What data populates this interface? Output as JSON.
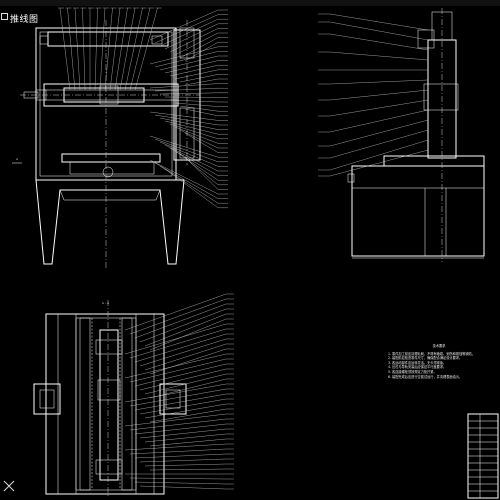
{
  "window": {
    "title_bar_text": "",
    "tab_label": "推线图"
  },
  "technical_notes": {
    "title": "技术要求",
    "items": [
      "1. 零件加工前应清理毛刺，不得有磕碰、划伤和锈蚀等缺陷。",
      "2. 装配前应检查零件尺寸，确保配合满足设计要求。",
      "3. 各运动部件应运转灵活，无卡滞现象。",
      "4. 丝杠与导轨安装后应保证平行度要求。",
      "5. 各连接螺栓须按规定力矩拧紧。",
      "6. 装配完成后应进行空载试运行，并清理表面油污。"
    ]
  },
  "title_block": {
    "rows": [
      "",
      "",
      "",
      "",
      "",
      "",
      "",
      "",
      "",
      "",
      "",
      ""
    ]
  },
  "colors": {
    "background": "#000000",
    "line": "#ffffff",
    "leader": "#dddddd"
  },
  "icons": {
    "close": "close-icon",
    "tab": "drawing-tab-icon"
  }
}
